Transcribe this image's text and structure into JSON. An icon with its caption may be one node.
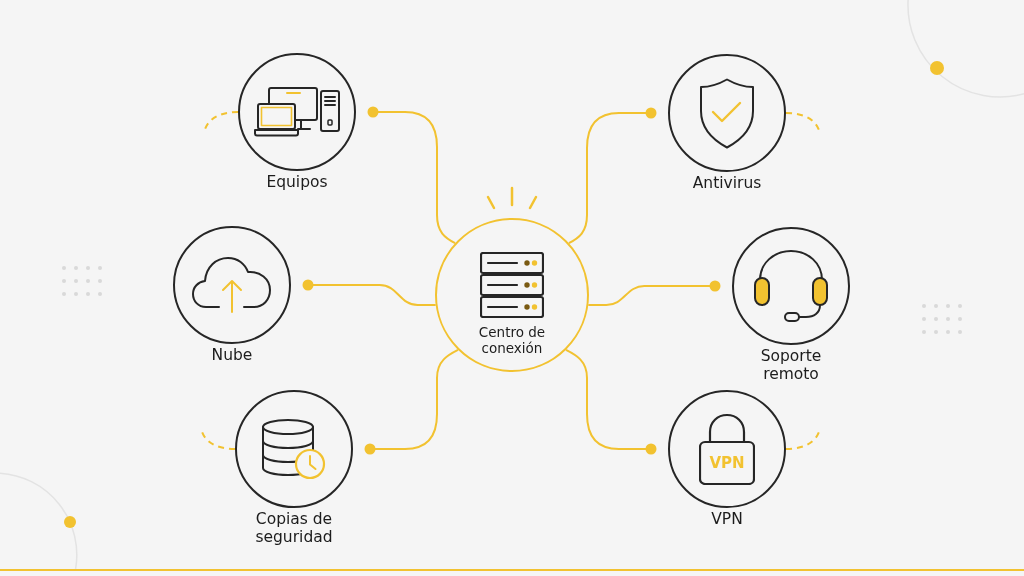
{
  "diagram": {
    "nodes": [
      {
        "text": [
          "Equipos"
        ]
      },
      {
        "text": [
          "Antivirus"
        ]
      },
      {
        "text": [
          "Nube"
        ]
      },
      {
        "text": [
          "Centro de conexión"
        ]
      },
      {
        "text": [
          "Soporte remoto"
        ]
      },
      {
        "text": [
          "Copias de seguridad"
        ]
      },
      {
        "text": [
          "VPN",
          "VPN"
        ]
      }
    ],
    "edges": [
      {
        "from": 3,
        "to": 0,
        "arrow": "other"
      },
      {
        "from": 3,
        "to": 1,
        "arrow": "other"
      },
      {
        "from": 3,
        "to": 2,
        "arrow": "other"
      },
      {
        "from": 3,
        "to": 4,
        "arrow": "other"
      },
      {
        "from": 3,
        "to": 5,
        "arrow": "other"
      },
      {
        "from": 3,
        "to": 6,
        "arrow": "other"
      },
      {
        "from": 0,
        "to": null,
        "arrow": "none",
        "style": "dashed"
      },
      {
        "from": 1,
        "to": null,
        "arrow": "none",
        "style": "dashed"
      },
      {
        "from": 5,
        "to": null,
        "arrow": "none",
        "style": "dashed"
      },
      {
        "from": 6,
        "to": null,
        "arrow": "none",
        "style": "dashed"
      }
    ]
  }
}
